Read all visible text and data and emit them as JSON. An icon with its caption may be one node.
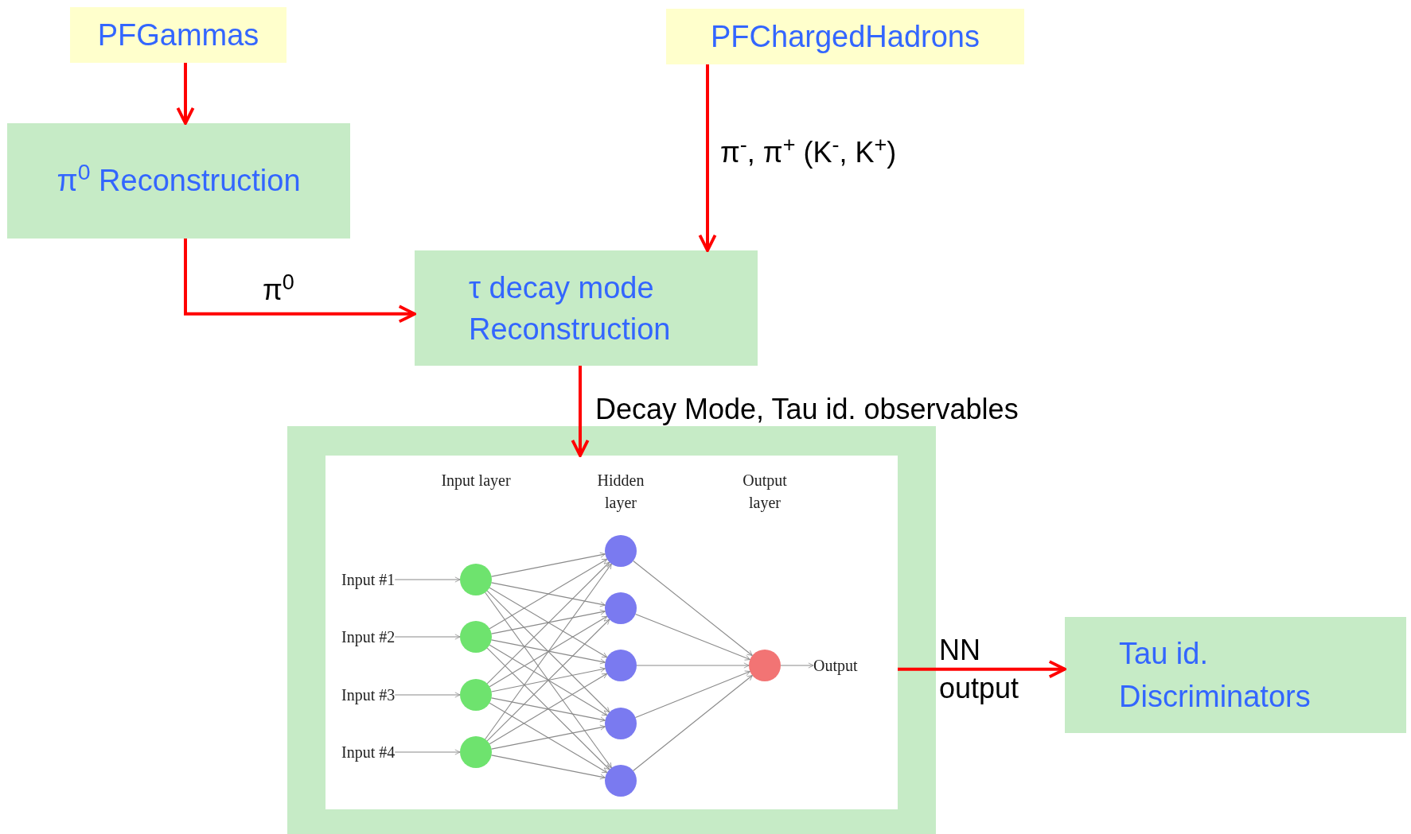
{
  "diagram": {
    "nodes": [
      {
        "text": [
          "PFGammas"
        ]
      },
      {
        "text": [
          "PFChargedHadrons"
        ]
      },
      {
        "text": [
          "π$^{0}$ Reconstruction"
        ]
      },
      {
        "text": [
          "τ decay mode Reconstruction"
        ]
      },
      {
        "text": [],
        "shape": "box"
      },
      {
        "text": [],
        "shape": "box",
        "in": 4
      },
      {
        "text": [
          "Tau id. Discriminators"
        ]
      },
      {
        "text": [
          "Input #1"
        ],
        "in": 5
      },
      {
        "text": [
          "Input #2"
        ],
        "in": 5
      },
      {
        "text": [
          "Input #3"
        ],
        "in": 5
      },
      {
        "text": [
          "Input #4"
        ],
        "in": 5
      },
      {
        "text": [],
        "shape": "circle",
        "in": 5
      },
      {
        "text": [],
        "shape": "circle",
        "in": 5
      },
      {
        "text": [],
        "shape": "circle",
        "in": 5
      },
      {
        "text": [],
        "shape": "circle",
        "in": 5
      },
      {
        "text": [],
        "shape": "circle",
        "in": 5
      },
      {
        "text": [],
        "shape": "circle",
        "in": 5
      },
      {
        "text": [],
        "shape": "circle",
        "in": 5
      },
      {
        "text": [],
        "shape": "circle",
        "in": 5
      },
      {
        "text": [],
        "shape": "circle",
        "in": 5
      },
      {
        "text": [],
        "shape": "circle",
        "in": 5
      },
      {
        "text": [
          "Output"
        ],
        "in": 5
      }
    ],
    "edges": [
      {
        "from": 0,
        "to": 2,
        "arrow": "to",
        "style": "thick",
        "color": "#ff0000"
      },
      {
        "from": 1,
        "to": 3,
        "arrow": "to",
        "style": "thick",
        "color": "#ff0000",
        "label": "π$^{-}$, π$^{+}$ (K$^{-}$, K$^{+}$)"
      },
      {
        "from": 2,
        "to": 3,
        "arrow": "to",
        "style": "thick",
        "color": "#ff0000",
        "label": "π$^{0}$"
      },
      {
        "from": 3,
        "to": 5,
        "arrow": "to",
        "style": "thick",
        "color": "#ff0000",
        "label": "Decay Mode, Tau id. observables"
      },
      {
        "from": 5,
        "to": 6,
        "arrow": "to",
        "style": "thick",
        "color": "#ff0000",
        "label": "NN output"
      },
      {
        "from": 7,
        "to": 11,
        "arrow": "to"
      },
      {
        "from": 8,
        "to": 12,
        "arrow": "to"
      },
      {
        "from": 9,
        "to": 13,
        "arrow": "to"
      },
      {
        "from": 10,
        "to": 14,
        "arrow": "to"
      },
      {
        "from": 11,
        "to": 15,
        "arrow": "to"
      },
      {
        "from": 11,
        "to": 16,
        "arrow": "to"
      },
      {
        "from": 11,
        "to": 17,
        "arrow": "to"
      },
      {
        "from": 11,
        "to": 18,
        "arrow": "to"
      },
      {
        "from": 11,
        "to": 19,
        "arrow": "to"
      },
      {
        "from": 12,
        "to": 15,
        "arrow": "to"
      },
      {
        "from": 12,
        "to": 16,
        "arrow": "to"
      },
      {
        "from": 12,
        "to": 17,
        "arrow": "to"
      },
      {
        "from": 12,
        "to": 18,
        "arrow": "to"
      },
      {
        "from": 12,
        "to": 19,
        "arrow": "to"
      },
      {
        "from": 13,
        "to": 15,
        "arrow": "to"
      },
      {
        "from": 13,
        "to": 16,
        "arrow": "to"
      },
      {
        "from": 13,
        "to": 17,
        "arrow": "to"
      },
      {
        "from": 13,
        "to": 18,
        "arrow": "to"
      },
      {
        "from": 13,
        "to": 19,
        "arrow": "to"
      },
      {
        "from": 14,
        "to": 15,
        "arrow": "to"
      },
      {
        "from": 14,
        "to": 16,
        "arrow": "to"
      },
      {
        "from": 14,
        "to": 17,
        "arrow": "to"
      },
      {
        "from": 14,
        "to": 18,
        "arrow": "to"
      },
      {
        "from": 14,
        "to": 19,
        "arrow": "to"
      },
      {
        "from": 15,
        "to": 20,
        "arrow": "to"
      },
      {
        "from": 16,
        "to": 20,
        "arrow": "to"
      },
      {
        "from": 17,
        "to": 20,
        "arrow": "to"
      },
      {
        "from": 18,
        "to": 20,
        "arrow": "to"
      },
      {
        "from": 19,
        "to": 20,
        "arrow": "to"
      },
      {
        "from": 20,
        "to": 21,
        "arrow": "to"
      }
    ],
    "labels": [
      "Input layer",
      "Hidden layer",
      "Output layer"
    ]
  }
}
